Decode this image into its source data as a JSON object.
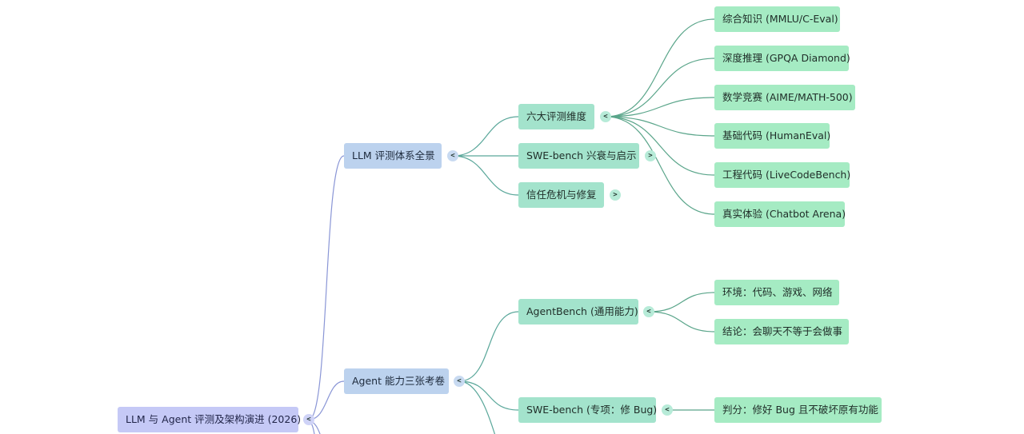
{
  "root": {
    "label": "LLM 与 Agent 评测及架构演进 (2026)",
    "toggle": "<"
  },
  "branches": [
    {
      "label": "LLM 评测体系全景",
      "toggle": "<",
      "children": [
        {
          "label": "六大评测维度",
          "toggle": "<",
          "children": [
            "综合知识 (MMLU/C-Eval)",
            "深度推理 (GPQA Diamond)",
            "数学竞赛 (AIME/MATH-500)",
            "基础代码 (HumanEval)",
            "工程代码 (LiveCodeBench)",
            "真实体验 (Chatbot Arena)"
          ]
        },
        {
          "label": "SWE-bench 兴衰与启示",
          "toggle": ">",
          "children": []
        },
        {
          "label": "信任危机与修复",
          "toggle": ">",
          "children": []
        }
      ]
    },
    {
      "label": "Agent 能力三张考卷",
      "toggle": "<",
      "children": [
        {
          "label": "AgentBench (通用能力)",
          "toggle": "<",
          "children": [
            "环境：代码、游戏、网络",
            "结论：会聊天不等于会做事"
          ]
        },
        {
          "label": "SWE-bench (专项：修 Bug)",
          "toggle": "<",
          "children": [
            "判分：修好 Bug 且不破坏原有功能"
          ]
        }
      ]
    }
  ],
  "colors": {
    "root": "#c5c9f6",
    "level1": "#bcd2ee",
    "level2": "#a3e3cc",
    "level3": "#a5ebc3",
    "edge_root": "#8a96d6",
    "edge_l1": "#5aa79a",
    "edge_l2": "#5aa58a"
  }
}
